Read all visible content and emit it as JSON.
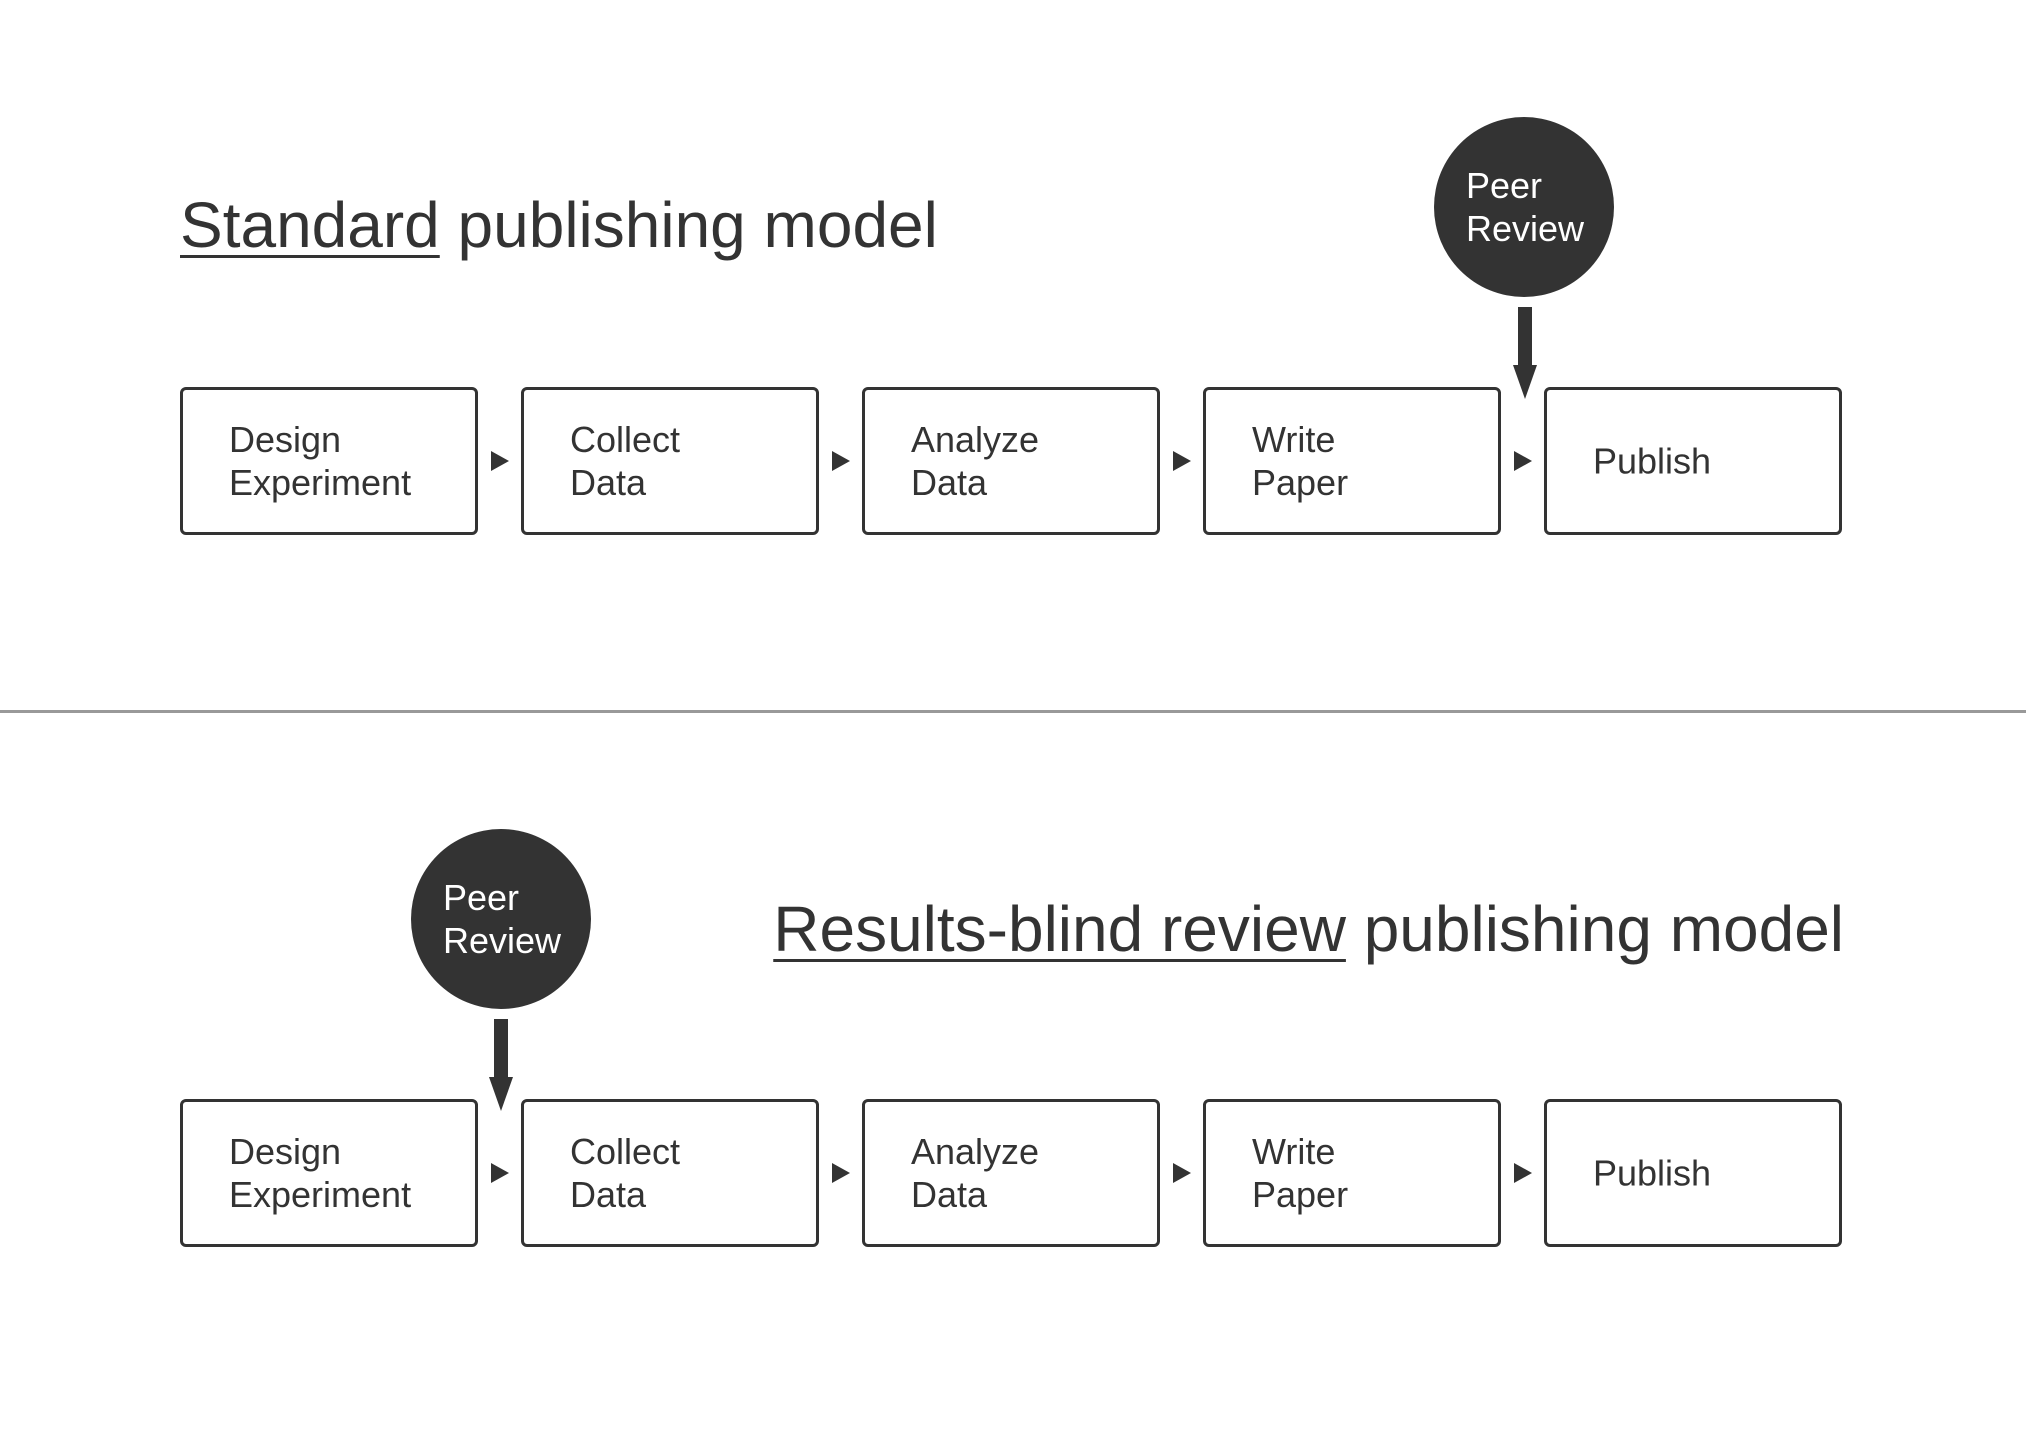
{
  "standard": {
    "title_underlined": "Standard",
    "title_rest": " publishing model",
    "peer_review": "Peer\nReview",
    "steps": [
      {
        "label": "Design\nExperiment"
      },
      {
        "label": "Collect\nData"
      },
      {
        "label": "Analyze\nData"
      },
      {
        "label": "Write\nPaper"
      },
      {
        "label": "Publish"
      }
    ]
  },
  "results_blind": {
    "title_underlined": "Results-blind review",
    "title_rest": " publishing model",
    "peer_review": "Peer\nReview",
    "steps": [
      {
        "label": "Design\nExperiment"
      },
      {
        "label": "Collect\nData"
      },
      {
        "label": "Analyze\nData"
      },
      {
        "label": "Write\nPaper"
      },
      {
        "label": "Publish"
      }
    ]
  },
  "colors": {
    "ink": "#333333",
    "divider": "#999999",
    "background": "#ffffff"
  }
}
